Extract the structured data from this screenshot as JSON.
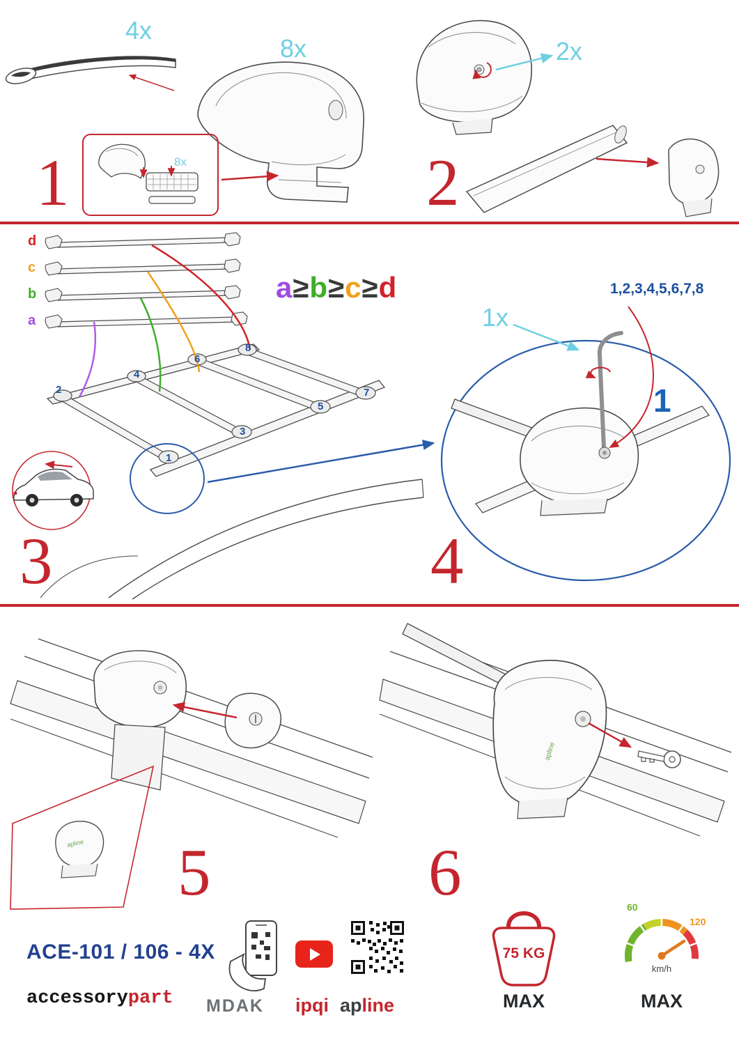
{
  "steps": {
    "s1": {
      "number": "1",
      "bar_qty": "4x",
      "clamp_qty": "8x",
      "pad_qty": "8x"
    },
    "s2": {
      "number": "2",
      "screw_qty": "2x"
    },
    "s3": {
      "number": "3",
      "bar_labels": [
        "d",
        "c",
        "b",
        "a"
      ],
      "size_rule": [
        {
          "t": "a"
        },
        {
          "t": "≥"
        },
        {
          "t": "b"
        },
        {
          "t": "≥"
        },
        {
          "t": "c"
        },
        {
          "t": "≥"
        },
        {
          "t": "d"
        }
      ],
      "roof_positions": [
        "1",
        "2",
        "3",
        "4",
        "5",
        "6",
        "7",
        "8"
      ]
    },
    "s4": {
      "number": "4",
      "tool_qty": "1x",
      "tighten_sequence": "1,2,3,4,5,6,7,8",
      "highlight_number": "1"
    },
    "s5": {
      "number": "5",
      "foot_brand": "apline"
    },
    "s6": {
      "number": "6",
      "foot_brand": "apline"
    }
  },
  "footer": {
    "product_code": "ACE-101 / 106 - 4X",
    "brand": {
      "dark": "accessory",
      "red": "part"
    },
    "partner_logos": {
      "mdak": "MDAK",
      "ipqi": "ipqi",
      "apline_dark": "ap",
      "apline_red": "line"
    },
    "weight_limit": {
      "value": "75 KG",
      "label": "MAX"
    },
    "speed_limit": {
      "low": "60",
      "high": "120",
      "unit": "km/h",
      "label": "MAX"
    }
  },
  "colors": {
    "accent_red": "#c4262e",
    "qty_cyan": "#6fcfe2",
    "number_blue": "#1d4f9e",
    "highlight_blue": "#1b63b7",
    "circle_blue": "#2a5caa",
    "purple": "#a14be0",
    "green": "#3fae2a",
    "orange": "#f0a11e",
    "red": "#d2232a",
    "speed_green": "#6fb52c",
    "speed_orange": "#f0931e",
    "speed_red": "#e0393f",
    "youtube_red": "#e8231a"
  }
}
